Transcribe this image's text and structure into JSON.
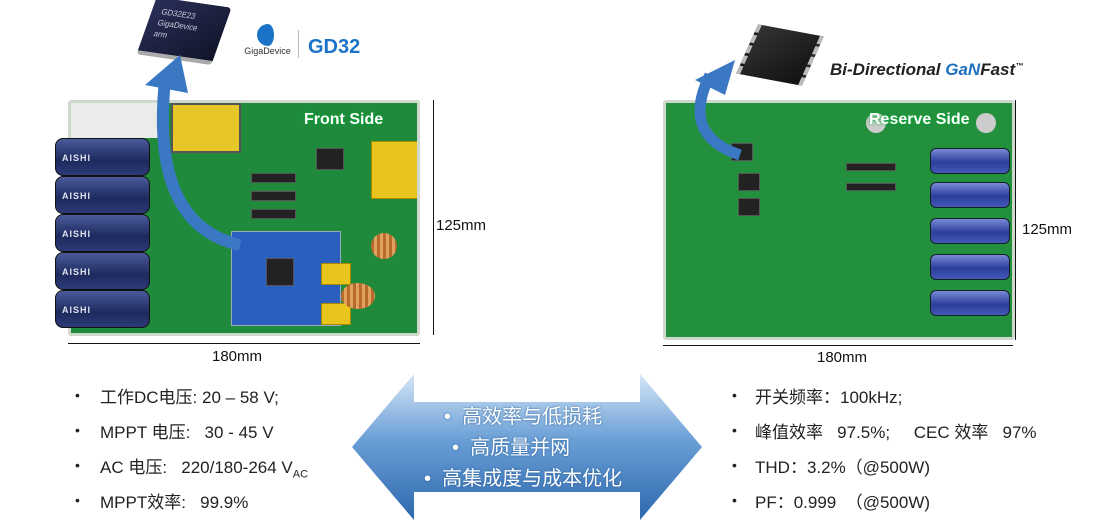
{
  "front": {
    "side_label": "Front Side",
    "height_label": "125mm",
    "width_label": "180mm",
    "chip_text": [
      "GD32E23",
      "GigaDevice",
      "arm"
    ],
    "logo_gigadevice": "GigaDevice",
    "logo_gd32": "GD32",
    "cap_text": "AISHI"
  },
  "rear": {
    "side_label": "Reserve Side",
    "height_label": "125mm",
    "width_label": "180mm",
    "brand_prefix": "Bi-Directional ",
    "brand_gan": "GaN",
    "brand_fast": "Fast",
    "brand_tm": "™"
  },
  "left_specs": [
    {
      "label": "工作DC电压:",
      "value": "20 – 58 V;"
    },
    {
      "label": "MPPT 电压:",
      "value": "30 - 45 V"
    },
    {
      "label": "AC 电压:",
      "value": "220/180-264 V",
      "sub": "AC"
    },
    {
      "label": "MPPT效率:",
      "value": "99.9%"
    }
  ],
  "center_points": [
    "高效率与低损耗",
    "高质量并网",
    "高集成度与成本优化"
  ],
  "right_specs": [
    "开关频率：100kHz;",
    "峰值效率   97.5%;     CEC 效率   97%",
    "THD：3.2%（@500W)",
    "PF：0.999  （@500W)"
  ],
  "bullet": "•",
  "colors": {
    "arrow": "#4a86c5",
    "board": "#1f8a3c",
    "gan": "#1e6fc0"
  }
}
